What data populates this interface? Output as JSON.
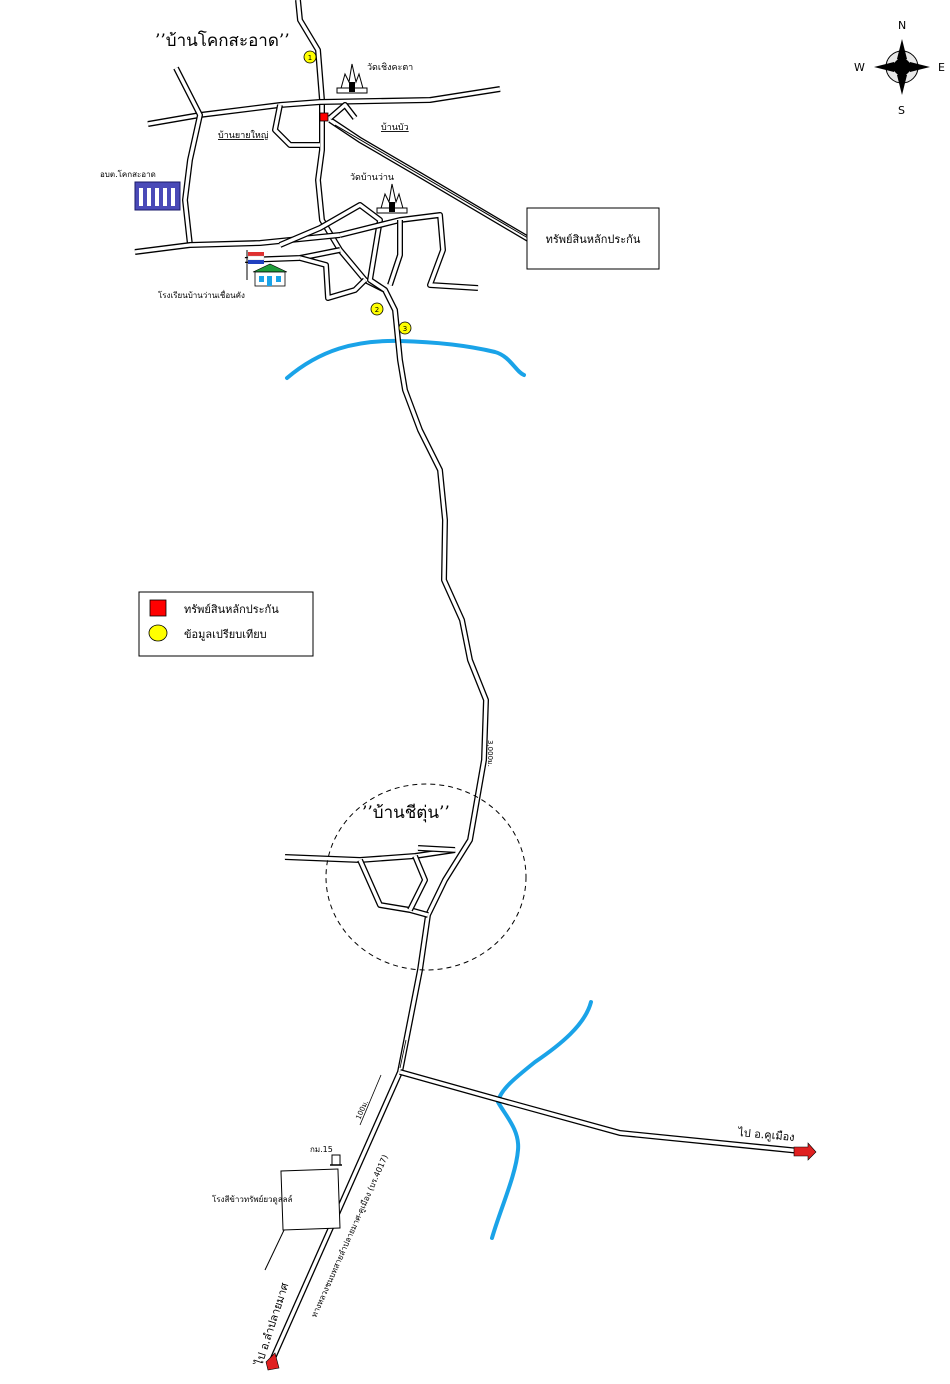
{
  "places": {
    "khok_sa_at_village": "’’บ้านโคกสะอาด’’",
    "chi_tun_village": "’’บ้านชีตุ่น’’",
    "wat_top": "วัดเชิงคะตา",
    "wat_middle": "วัดบ้านว่าน",
    "ban_yai": "บ้านยายใหญ่",
    "ban_bua": "บ้านบัว",
    "admin_office": "อบต.โคกสะอาด",
    "school": "โรงเรียนบ้านว่านเชื่อนคัง",
    "rice_mill": "โรงสีข้าวทรัพย์ยวดูลลล์",
    "km_marker": "กม.15",
    "to_south": "ไป อ.ลำปลายมาศ",
    "to_east": "ไป อ.คูเมือง",
    "highway": "ทางหลวงชนบทสายลำปลายมาศ-คูเมือง (บร.4017)",
    "dist_100": "100ม.",
    "dist_3000": "3,000ม."
  },
  "callout": {
    "label": "ทรัพย์สินหลักประกัน"
  },
  "markers": {
    "m1": "1",
    "m2": "2",
    "m3": "3"
  },
  "compass": {
    "n": "N",
    "s": "S",
    "e": "E",
    "w": "W"
  },
  "legend": {
    "items": [
      {
        "label": "ทรัพย์สินหลักประกัน",
        "color": "#ff0000",
        "shape": "square"
      },
      {
        "label": "ข้อมูลเปรียบเทียบ",
        "color": "#ffff00",
        "shape": "circle"
      }
    ]
  },
  "colors": {
    "river": "#1aa3e8",
    "collateral": "#ff0000",
    "comparison": "#ffff00",
    "arrow": "#e02020"
  }
}
